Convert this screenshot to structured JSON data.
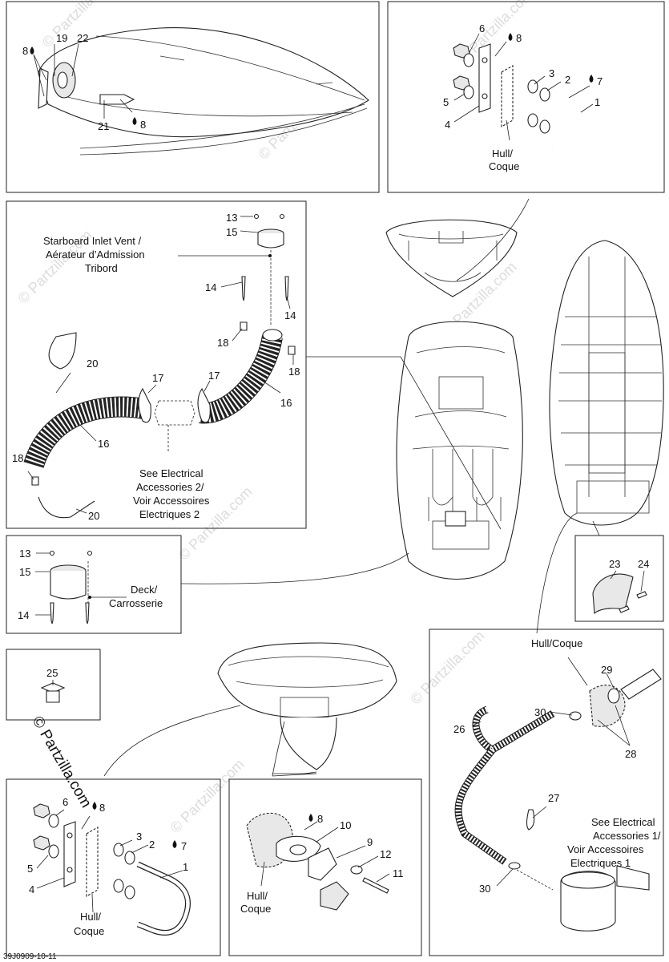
{
  "labels": {
    "p1": {
      "n8a": "8",
      "n19": "19",
      "n22": "22",
      "n21": "21",
      "n8b": "8"
    },
    "p2": {
      "n6": "6",
      "n8": "8",
      "n3": "3",
      "n2": "2",
      "n7": "7",
      "n5": "5",
      "n1": "1",
      "n4": "4",
      "hull1": "Hull/",
      "hull2": "Coque"
    },
    "p3": {
      "n13": "13",
      "n15": "15",
      "n14a": "14",
      "n14b": "14",
      "n18a": "18",
      "n18b": "18",
      "n20a": "20",
      "n17a": "17",
      "n17b": "17",
      "n16a": "16",
      "n16b": "16",
      "n18c": "18",
      "n20b": "20",
      "vent1": "Starboard Inlet Vent /",
      "vent2": "Aérateur d’Admission",
      "vent3": "Tribord",
      "see1": "See Electrical",
      "see2": "Accessories 2/",
      "see3": "Voir Accessoires",
      "see4": "Electriques 2"
    },
    "p4": {
      "n13": "13",
      "n15": "15",
      "n14": "14",
      "deck1": "Deck/",
      "deck2": "Carrosserie"
    },
    "p5": {
      "n23": "23",
      "n24": "24"
    },
    "p6": {
      "n25": "25"
    },
    "p7": {
      "hull1": "Hull/Coque",
      "n29": "29",
      "n30a": "30",
      "n26": "26",
      "n28": "28",
      "n27": "27",
      "n30b": "30",
      "see1": "See Electrical",
      "see2": "Accessories 1/",
      "see3": "Voir Accessoires",
      "see4": "Electriques 1"
    },
    "p8": {
      "n6": "6",
      "n8": "8",
      "n3": "3",
      "n2": "2",
      "n7": "7",
      "n5": "5",
      "n1": "1",
      "n4": "4",
      "hull1": "Hull/",
      "hull2": "Coque"
    },
    "p9": {
      "n8": "8",
      "n10": "10",
      "n9": "9",
      "n12": "12",
      "n11": "11",
      "hull1": "Hull/",
      "hull2": "Coque"
    }
  },
  "watermark": "© Partzilla.com",
  "reference": "39J0909-10-11"
}
